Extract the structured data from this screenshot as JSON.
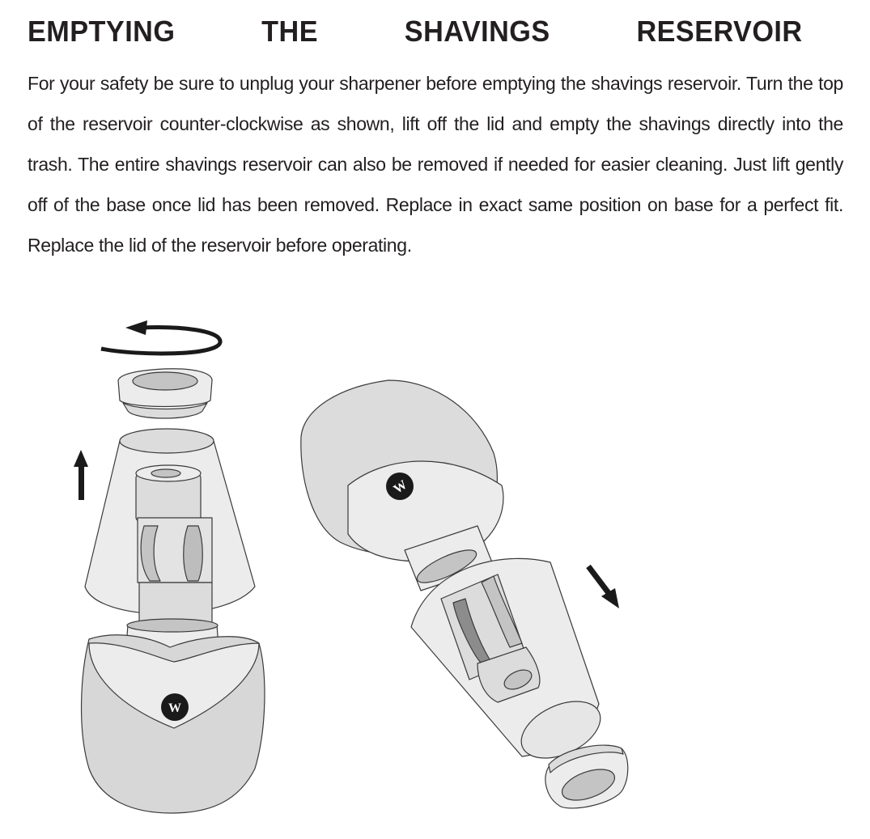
{
  "document": {
    "heading_words": [
      "EMPTYING",
      "THE",
      "SHAVINGS",
      "RESERVOIR"
    ],
    "heading": "EMPTYING THE SHAVINGS RESERVOIR",
    "paragraph": "For your safety be sure to unplug your sharpener before emptying the shavings reservoir. Turn the top of the reservoir counter-clockwise as shown, lift off the lid and empty the shavings directly into the trash. The entire shavings reservoir can also be removed if needed for easier cleaning. Just lift gently off of the base once lid has been removed. Replace in exact same position on base for a perfect fit. Replace the lid of the reservoir before operating."
  },
  "illustration": {
    "left_figure": {
      "description": "Upright sharpener: lid lifted off and rotated counter-clockwise, reservoir lifted off base",
      "arrows": [
        "counter-clockwise-rotation-arrow",
        "up-arrow"
      ],
      "logo_letter": "W"
    },
    "right_figure": {
      "description": "Tilted sharpener: reservoir and lid removed diagonally",
      "arrows": [
        "down-right-arrow"
      ],
      "logo_letter": "W"
    },
    "colors": {
      "outline": "#3a3a3a",
      "light_fill": "#ececec",
      "mid_fill": "#dcdcdc",
      "dark_fill": "#c4c4c4",
      "arrow": "#1a1a1a",
      "logo_bg": "#1a1a1a"
    }
  }
}
